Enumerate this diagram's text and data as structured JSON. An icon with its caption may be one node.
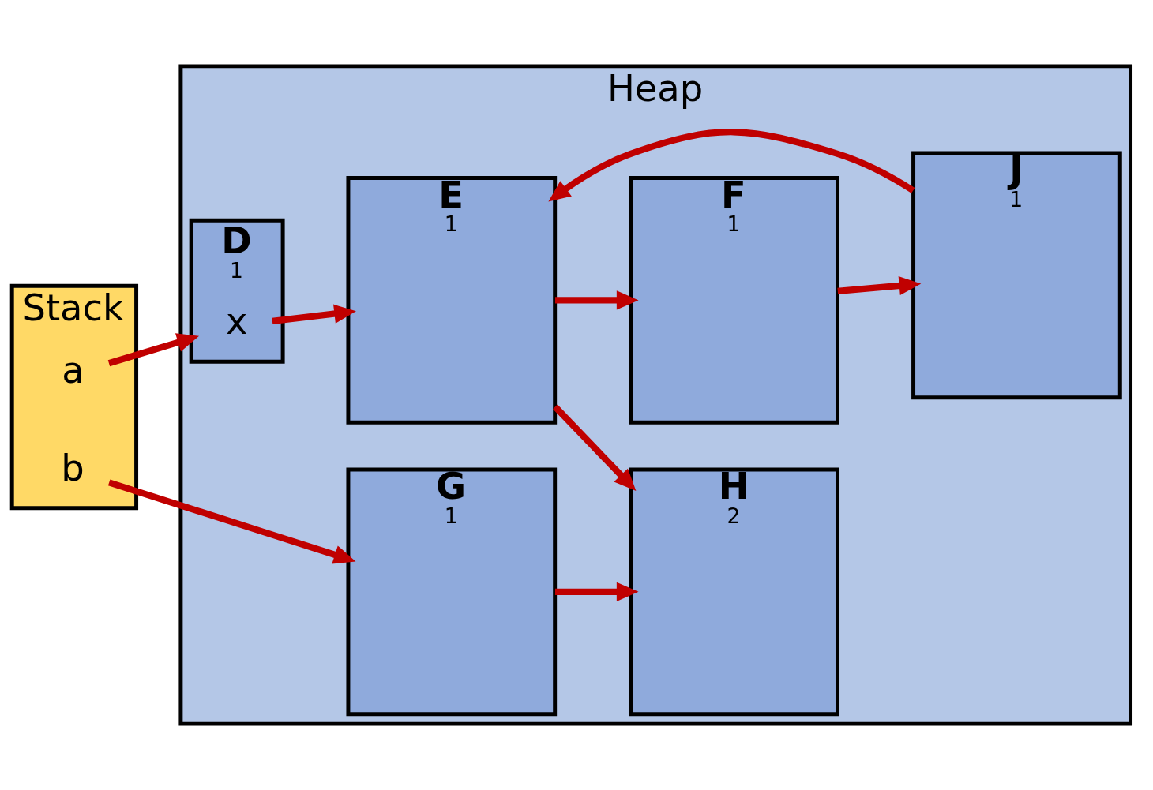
{
  "diagram": {
    "nodes": [
      {
        "text": [
          "Stack"
        ]
      },
      {
        "text": [
          "a"
        ],
        "in": 0
      },
      {
        "text": [
          "b"
        ],
        "in": 0
      },
      {
        "text": [
          "Heap"
        ]
      },
      {
        "text": [
          "D",
          "1"
        ],
        "in": 3
      },
      {
        "text": [
          "x"
        ],
        "in": 4
      },
      {
        "text": [
          "E",
          "1"
        ],
        "in": 3
      },
      {
        "text": [
          "F",
          "1"
        ],
        "in": 3
      },
      {
        "text": [
          "G",
          "1"
        ],
        "in": 3
      },
      {
        "text": [
          "H",
          "2"
        ],
        "in": 3
      },
      {
        "text": [
          "J",
          "1"
        ],
        "in": 3
      }
    ],
    "edges": [
      {
        "from": 1,
        "to": 4,
        "arrow": "to"
      },
      {
        "from": 2,
        "to": 8,
        "arrow": "to"
      },
      {
        "from": 5,
        "to": 6,
        "arrow": "to"
      },
      {
        "from": 6,
        "to": 7,
        "arrow": "to"
      },
      {
        "from": 6,
        "to": 9,
        "arrow": "to"
      },
      {
        "from": 7,
        "to": 10,
        "arrow": "to"
      },
      {
        "from": 8,
        "to": 9,
        "arrow": "to"
      },
      {
        "from": 10,
        "to": 6,
        "arrow": "to"
      }
    ]
  }
}
